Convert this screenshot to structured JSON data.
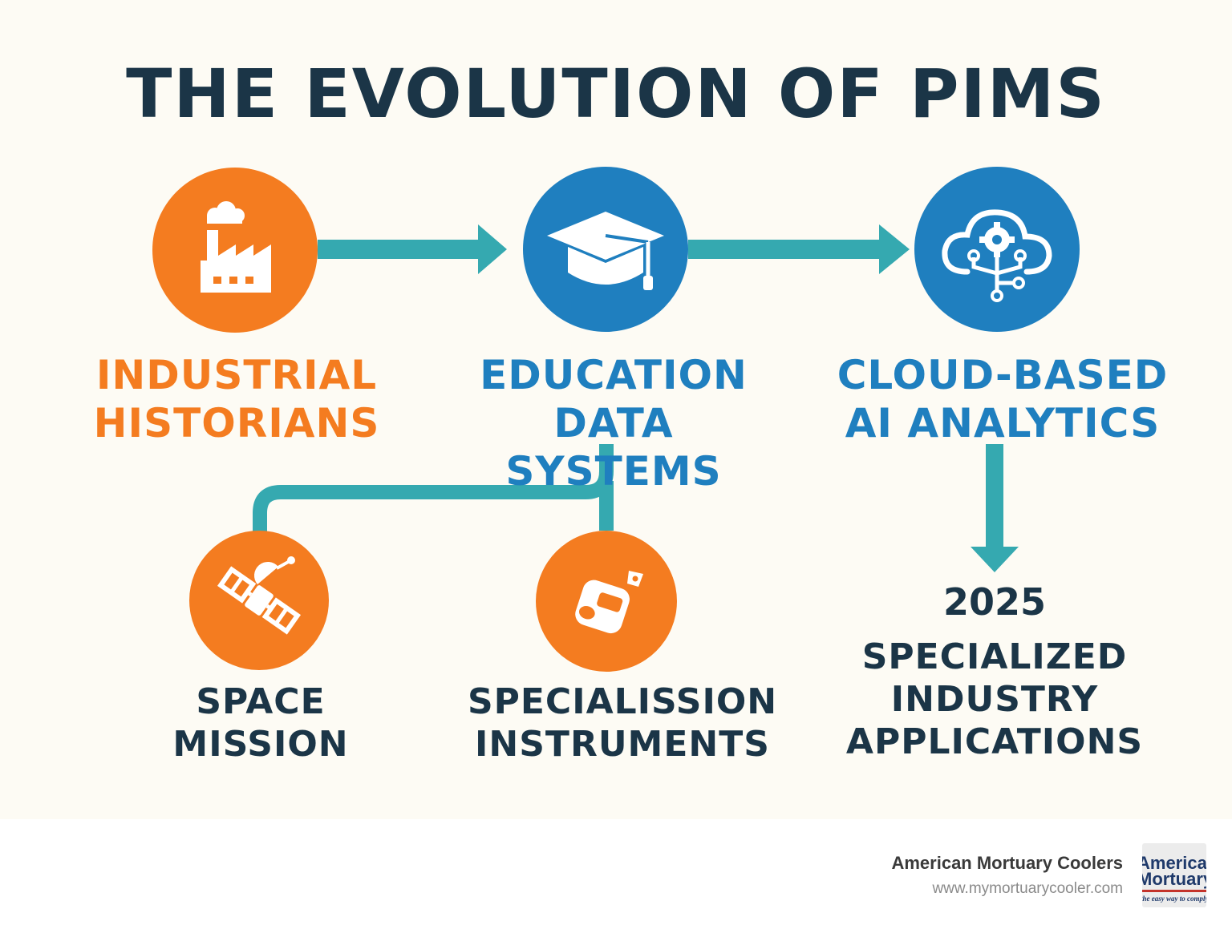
{
  "title": "THE EVOLUTION OF PIMS",
  "colors": {
    "orange": "#f47c20",
    "blue": "#1f7fbf",
    "teal": "#35a9b0",
    "navy": "#1b3547",
    "background": "#fdfbf4"
  },
  "stages": [
    {
      "icon": "factory-icon",
      "lines": [
        "INDUSTRIAL",
        "HISTORIANS"
      ],
      "color": "orange"
    },
    {
      "icon": "graduation-cap-icon",
      "lines": [
        "EDUCATION",
        "DATA SYSTEMS"
      ],
      "color": "blue"
    },
    {
      "icon": "cloud-ai-icon",
      "lines": [
        "CLOUD-BASED",
        "AI ANALYTICS"
      ],
      "color": "blue"
    }
  ],
  "branches": [
    {
      "icon": "satellite-icon",
      "lines": [
        "SPACE",
        "MISSION"
      ],
      "color": "orange"
    },
    {
      "icon": "instrument-icon",
      "lines": [
        "SPECIALISSION",
        "INSTRUMENTS"
      ],
      "color": "orange"
    }
  ],
  "future": {
    "year": "2025",
    "lines": [
      "SPECIALIZED",
      "INDUSTRY",
      "APPLICATIONS"
    ]
  },
  "footer": {
    "company": "American Mortuary Coolers",
    "url": "www.mymortuarycooler.com",
    "logo_line1": "American",
    "logo_line2": "Mortuary",
    "logo_tagline": "the easy way to comply"
  }
}
